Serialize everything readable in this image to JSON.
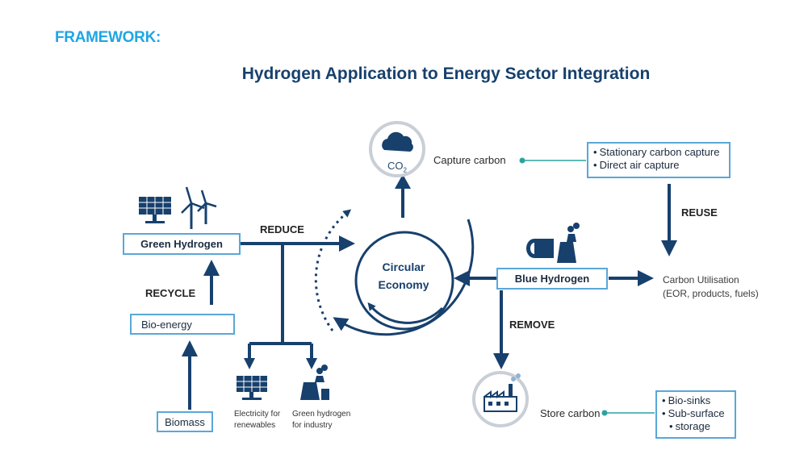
{
  "header": {
    "framework": "FRAMEWORK:",
    "title": "Hydrogen Application to Energy Sector Integration"
  },
  "center": {
    "line1": "Circular",
    "line2": "Economy"
  },
  "nodes": {
    "green_hydrogen": "Green Hydrogen",
    "blue_hydrogen": "Blue Hydrogen",
    "bio_energy": "Bio-energy",
    "biomass": "Biomass",
    "co2_main": "CO",
    "co2_sub": "2",
    "capture_carbon": "Capture carbon",
    "store_carbon": "Store carbon",
    "carbon_util_line1": "Carbon Utilisation",
    "carbon_util_line2": "(EOR, products, fuels)",
    "electricity_line1": "Electricity for",
    "electricity_line2": "renewables",
    "green_industry_line1": "Green hydrogen",
    "green_industry_line2": "for industry"
  },
  "capture_list": [
    "Stationary carbon capture",
    "Direct air capture"
  ],
  "store_list": [
    "Bio-sinks",
    "Sub-surface",
    "storage"
  ],
  "arrow_labels": {
    "reduce": "REDUCE",
    "recycle": "RECYCLE",
    "reuse": "REUSE",
    "remove": "REMOVE"
  },
  "colors": {
    "navy": "#17406d",
    "accent_cyan": "#1fa6e3",
    "box_border": "#5aa7d8",
    "teal_dot": "#2aa3a0"
  }
}
